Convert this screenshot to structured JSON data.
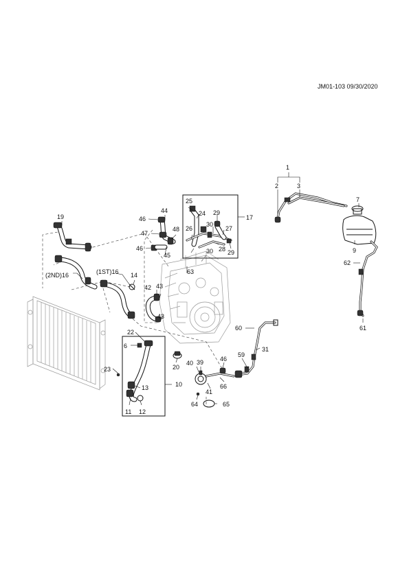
{
  "doc_id": "JM01-103 09/30/2020",
  "callouts": {
    "c1": "1",
    "c2": "2",
    "c3": "3",
    "c7": "7",
    "c9": "9",
    "c62": "62",
    "c61": "61",
    "c19": "19",
    "c2nd16": "(2ND)16",
    "c1st16": "(1ST)16",
    "c14": "14",
    "c44": "44",
    "c46a": "46",
    "c47": "47",
    "c48": "48",
    "c46b": "46",
    "c45": "45",
    "c25": "25",
    "c24": "24",
    "c29": "29",
    "c17": "17",
    "c26": "26",
    "c30a": "30",
    "c27": "27",
    "c28": "28",
    "c30b": "30",
    "c29b": "29",
    "c63": "63",
    "c42": "42",
    "c43a": "43",
    "c43b": "43",
    "c60": "60",
    "c31": "31",
    "c59": "59",
    "c22": "22",
    "c6": "6",
    "c20": "20",
    "c39": "39",
    "c46c": "46",
    "c40": "40",
    "c23": "23",
    "c13": "13",
    "c10": "10",
    "c66": "66",
    "c41": "41",
    "c11": "11",
    "c12": "12",
    "c64": "64",
    "c65": "65"
  }
}
